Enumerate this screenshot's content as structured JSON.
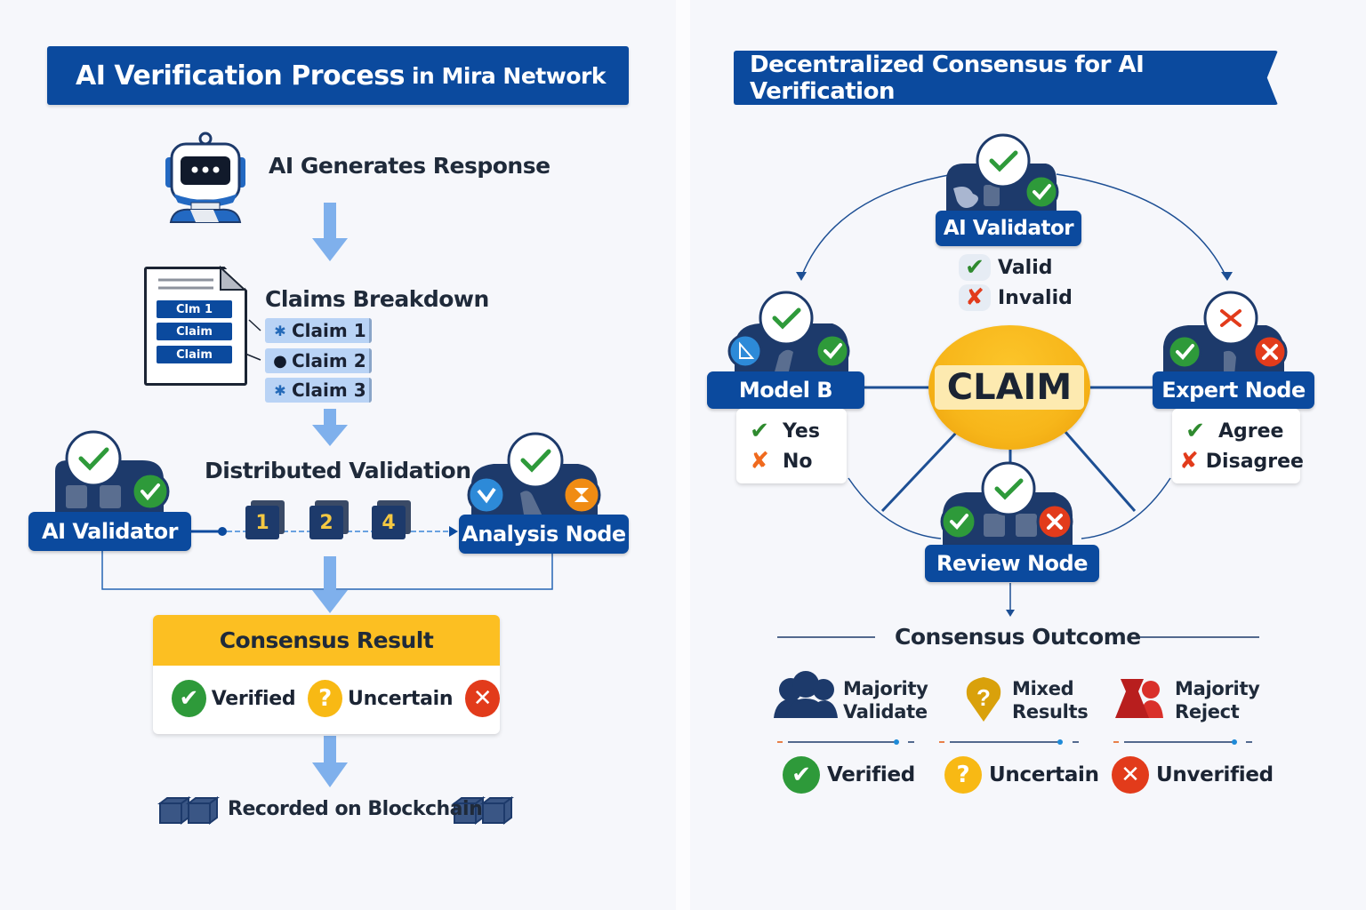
{
  "left": {
    "title_main": "AI Verification Process",
    "title_suffix": "in Mira Network",
    "step1": {
      "label": "AI Generates Response",
      "icon": "robot-icon"
    },
    "step2": {
      "label": "Claims Breakdown",
      "document_chips": [
        "Clm 1",
        "Claim",
        "Claim"
      ],
      "claims": [
        {
          "label": "Claim 1",
          "icon": "person-icon"
        },
        {
          "label": "Claim 2",
          "icon": "dot-icon"
        },
        {
          "label": "Claim 3",
          "icon": "person-icon"
        }
      ]
    },
    "step3": {
      "label": "Distributed Validation",
      "left_node": "AI Validator",
      "right_node": "Analysis Node",
      "blocks": [
        "1",
        "2",
        "4"
      ]
    },
    "step4": {
      "label": "Consensus Result",
      "statuses": [
        {
          "label": "Verified",
          "icon": "check-circle-icon",
          "color": "#2e9a3a"
        },
        {
          "label": "Uncertain",
          "icon": "question-circle-icon",
          "color": "#f8b914"
        },
        {
          "label": "",
          "icon": "x-circle-icon",
          "color": "#e23b1b"
        }
      ]
    },
    "step5": {
      "label": "Recorded on Blockchain"
    }
  },
  "right": {
    "title": "Decentralized Consensus for AI Verification",
    "center": "CLAIM",
    "nodes": {
      "top": {
        "label": "AI Validator",
        "options": [
          {
            "label": "Valid",
            "mark": "check"
          },
          {
            "label": "Invalid",
            "mark": "x"
          }
        ]
      },
      "left": {
        "label": "Model B",
        "options": [
          {
            "label": "Yes",
            "mark": "check"
          },
          {
            "label": "No",
            "mark": "x"
          }
        ]
      },
      "right": {
        "label": "Expert Node",
        "options": [
          {
            "label": "Agree",
            "mark": "check"
          },
          {
            "label": "Disagree",
            "mark": "x"
          }
        ]
      },
      "bottom": {
        "label": "Review Node"
      }
    },
    "outcome_heading": "Consensus Outcome",
    "outcomes": [
      {
        "scenario": "Majority Validate",
        "scenario_lines": [
          "Majority",
          "Validate"
        ],
        "result": "Verified",
        "icon": "group-icon",
        "result_icon": "check-circle-icon"
      },
      {
        "scenario": "Mixed Results",
        "scenario_lines": [
          "Mixed",
          "Results"
        ],
        "result": "Uncertain",
        "icon": "question-pin-icon",
        "result_icon": "question-circle-icon"
      },
      {
        "scenario": "Majority Reject",
        "scenario_lines": [
          "Majority",
          "Reject"
        ],
        "result": "Unverified",
        "icon": "reject-group-icon",
        "result_icon": "x-circle-icon"
      }
    ]
  },
  "colors": {
    "brand_blue": "#0b4a9e",
    "navy": "#1d3a6b",
    "arrow_blue": "#7fb0ec",
    "green": "#2e9a3a",
    "yellow": "#f8b914",
    "red": "#e23b1b",
    "claim_gold": "#f7b61a"
  }
}
